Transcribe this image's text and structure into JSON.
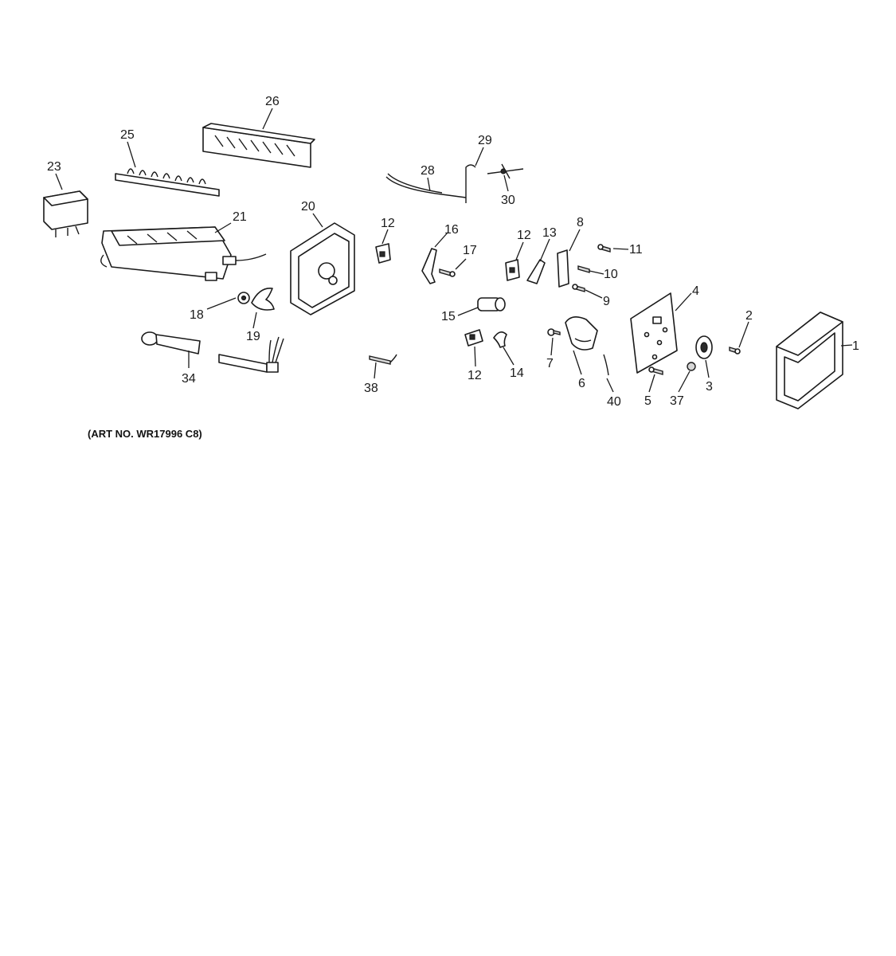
{
  "art_number": "(ART NO. WR17996 C8)",
  "parts": [
    {
      "id": "part-1",
      "label": "1"
    },
    {
      "id": "part-2",
      "label": "2"
    },
    {
      "id": "part-3",
      "label": "3"
    },
    {
      "id": "part-4",
      "label": "4"
    },
    {
      "id": "part-5",
      "label": "5"
    },
    {
      "id": "part-6",
      "label": "6"
    },
    {
      "id": "part-7",
      "label": "7"
    },
    {
      "id": "part-8",
      "label": "8"
    },
    {
      "id": "part-9",
      "label": "9"
    },
    {
      "id": "part-10",
      "label": "10"
    },
    {
      "id": "part-11",
      "label": "11"
    },
    {
      "id": "part-12a",
      "label": "12"
    },
    {
      "id": "part-12b",
      "label": "12"
    },
    {
      "id": "part-12c",
      "label": "12"
    },
    {
      "id": "part-13",
      "label": "13"
    },
    {
      "id": "part-14",
      "label": "14"
    },
    {
      "id": "part-15",
      "label": "15"
    },
    {
      "id": "part-16",
      "label": "16"
    },
    {
      "id": "part-17",
      "label": "17"
    },
    {
      "id": "part-18",
      "label": "18"
    },
    {
      "id": "part-19",
      "label": "19"
    },
    {
      "id": "part-20",
      "label": "20"
    },
    {
      "id": "part-21",
      "label": "21"
    },
    {
      "id": "part-23",
      "label": "23"
    },
    {
      "id": "part-25",
      "label": "25"
    },
    {
      "id": "part-26",
      "label": "26"
    },
    {
      "id": "part-28",
      "label": "28"
    },
    {
      "id": "part-29",
      "label": "29"
    },
    {
      "id": "part-30",
      "label": "30"
    },
    {
      "id": "part-34",
      "label": "34"
    },
    {
      "id": "part-37",
      "label": "37"
    },
    {
      "id": "part-38",
      "label": "38"
    },
    {
      "id": "part-40",
      "label": "40"
    }
  ]
}
